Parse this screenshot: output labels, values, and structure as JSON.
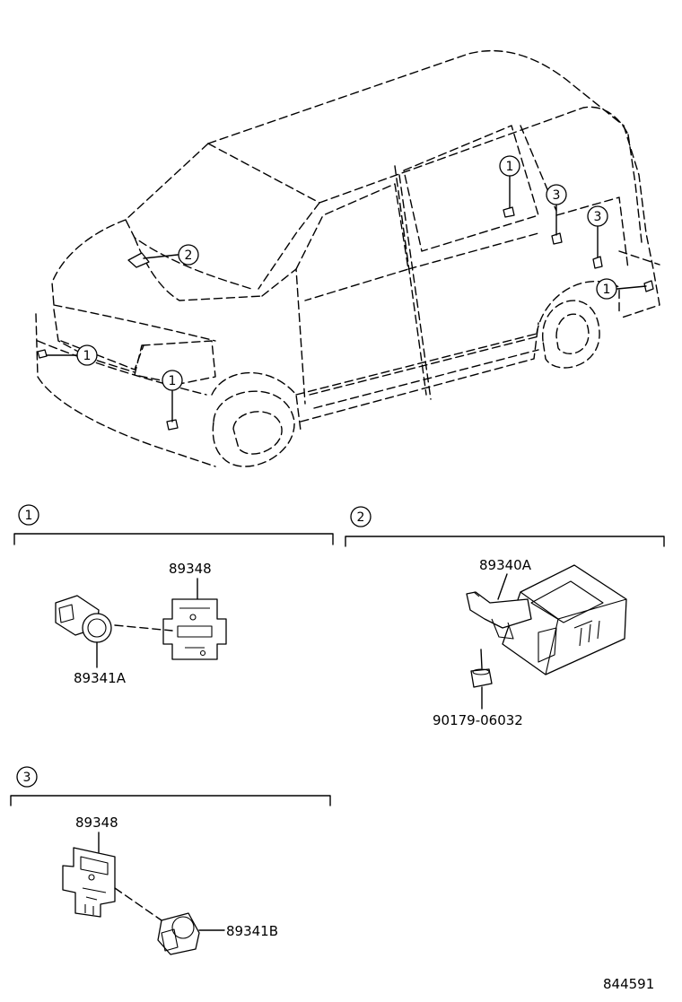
{
  "callouts": {
    "c1": "1",
    "c2": "2",
    "c3": "3"
  },
  "groups": {
    "g1": {
      "number": "1",
      "bracket_part": "89348",
      "sensor_part": "89341A"
    },
    "g2": {
      "number": "2",
      "ecu_part": "89340A",
      "nut_part": "90179-06032"
    },
    "g3": {
      "number": "3",
      "bracket_part": "89348",
      "sensor_part": "89341B"
    }
  },
  "diagram_id": "844591"
}
